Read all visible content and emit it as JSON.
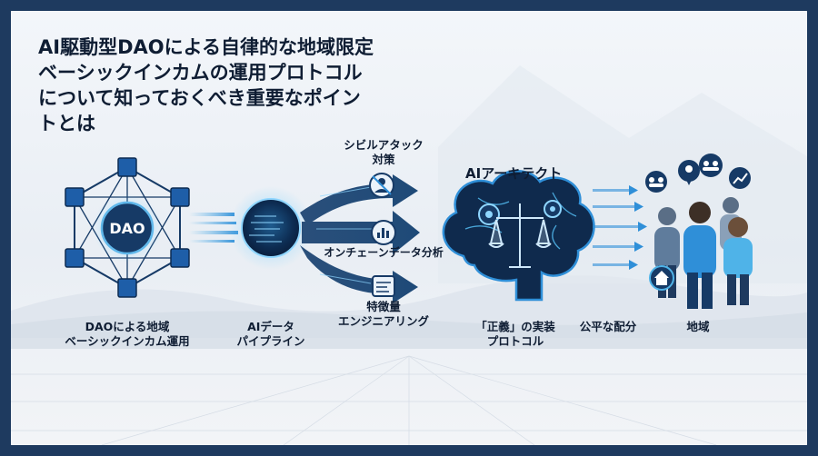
{
  "title_lines": [
    "AI駆動型DAOによる自律的な地域限定",
    "ベーシックインカムの運用プロトコル",
    "について知っておくべき重要なポイン",
    "トとは"
  ],
  "dao_node_label": "DAO",
  "dao_caption_lines": [
    "DAOによる地域",
    "ベーシックインカム運用"
  ],
  "pipeline_caption_lines": [
    "AIデータ",
    "パイプライン"
  ],
  "sybil_label_lines": [
    "シビルアタック",
    "対策"
  ],
  "onchain_label": "オンチェーンデータ分析",
  "feature_label_lines": [
    "特徴量",
    "エンジニアリング"
  ],
  "architect_label": "AIアーキテクト",
  "protocol_caption_lines": [
    "「正義」の実装",
    "プロトコル"
  ],
  "distribution_caption": "公平な配分",
  "region_caption": "地域",
  "colors": {
    "navy": "#1e3a5f",
    "dark_blue": "#163a66",
    "accent_blue": "#2f8fd8",
    "cyan": "#4fb3e8",
    "text": "#0f1d33"
  },
  "icons": [
    "network-hex-icon",
    "data-orb-icon",
    "sybil-shield-icon",
    "chart-search-icon",
    "feature-doc-icon",
    "brain-gears-icon",
    "scales-icon",
    "people-icon",
    "house-icon",
    "map-pin-icon",
    "growth-chart-icon"
  ]
}
